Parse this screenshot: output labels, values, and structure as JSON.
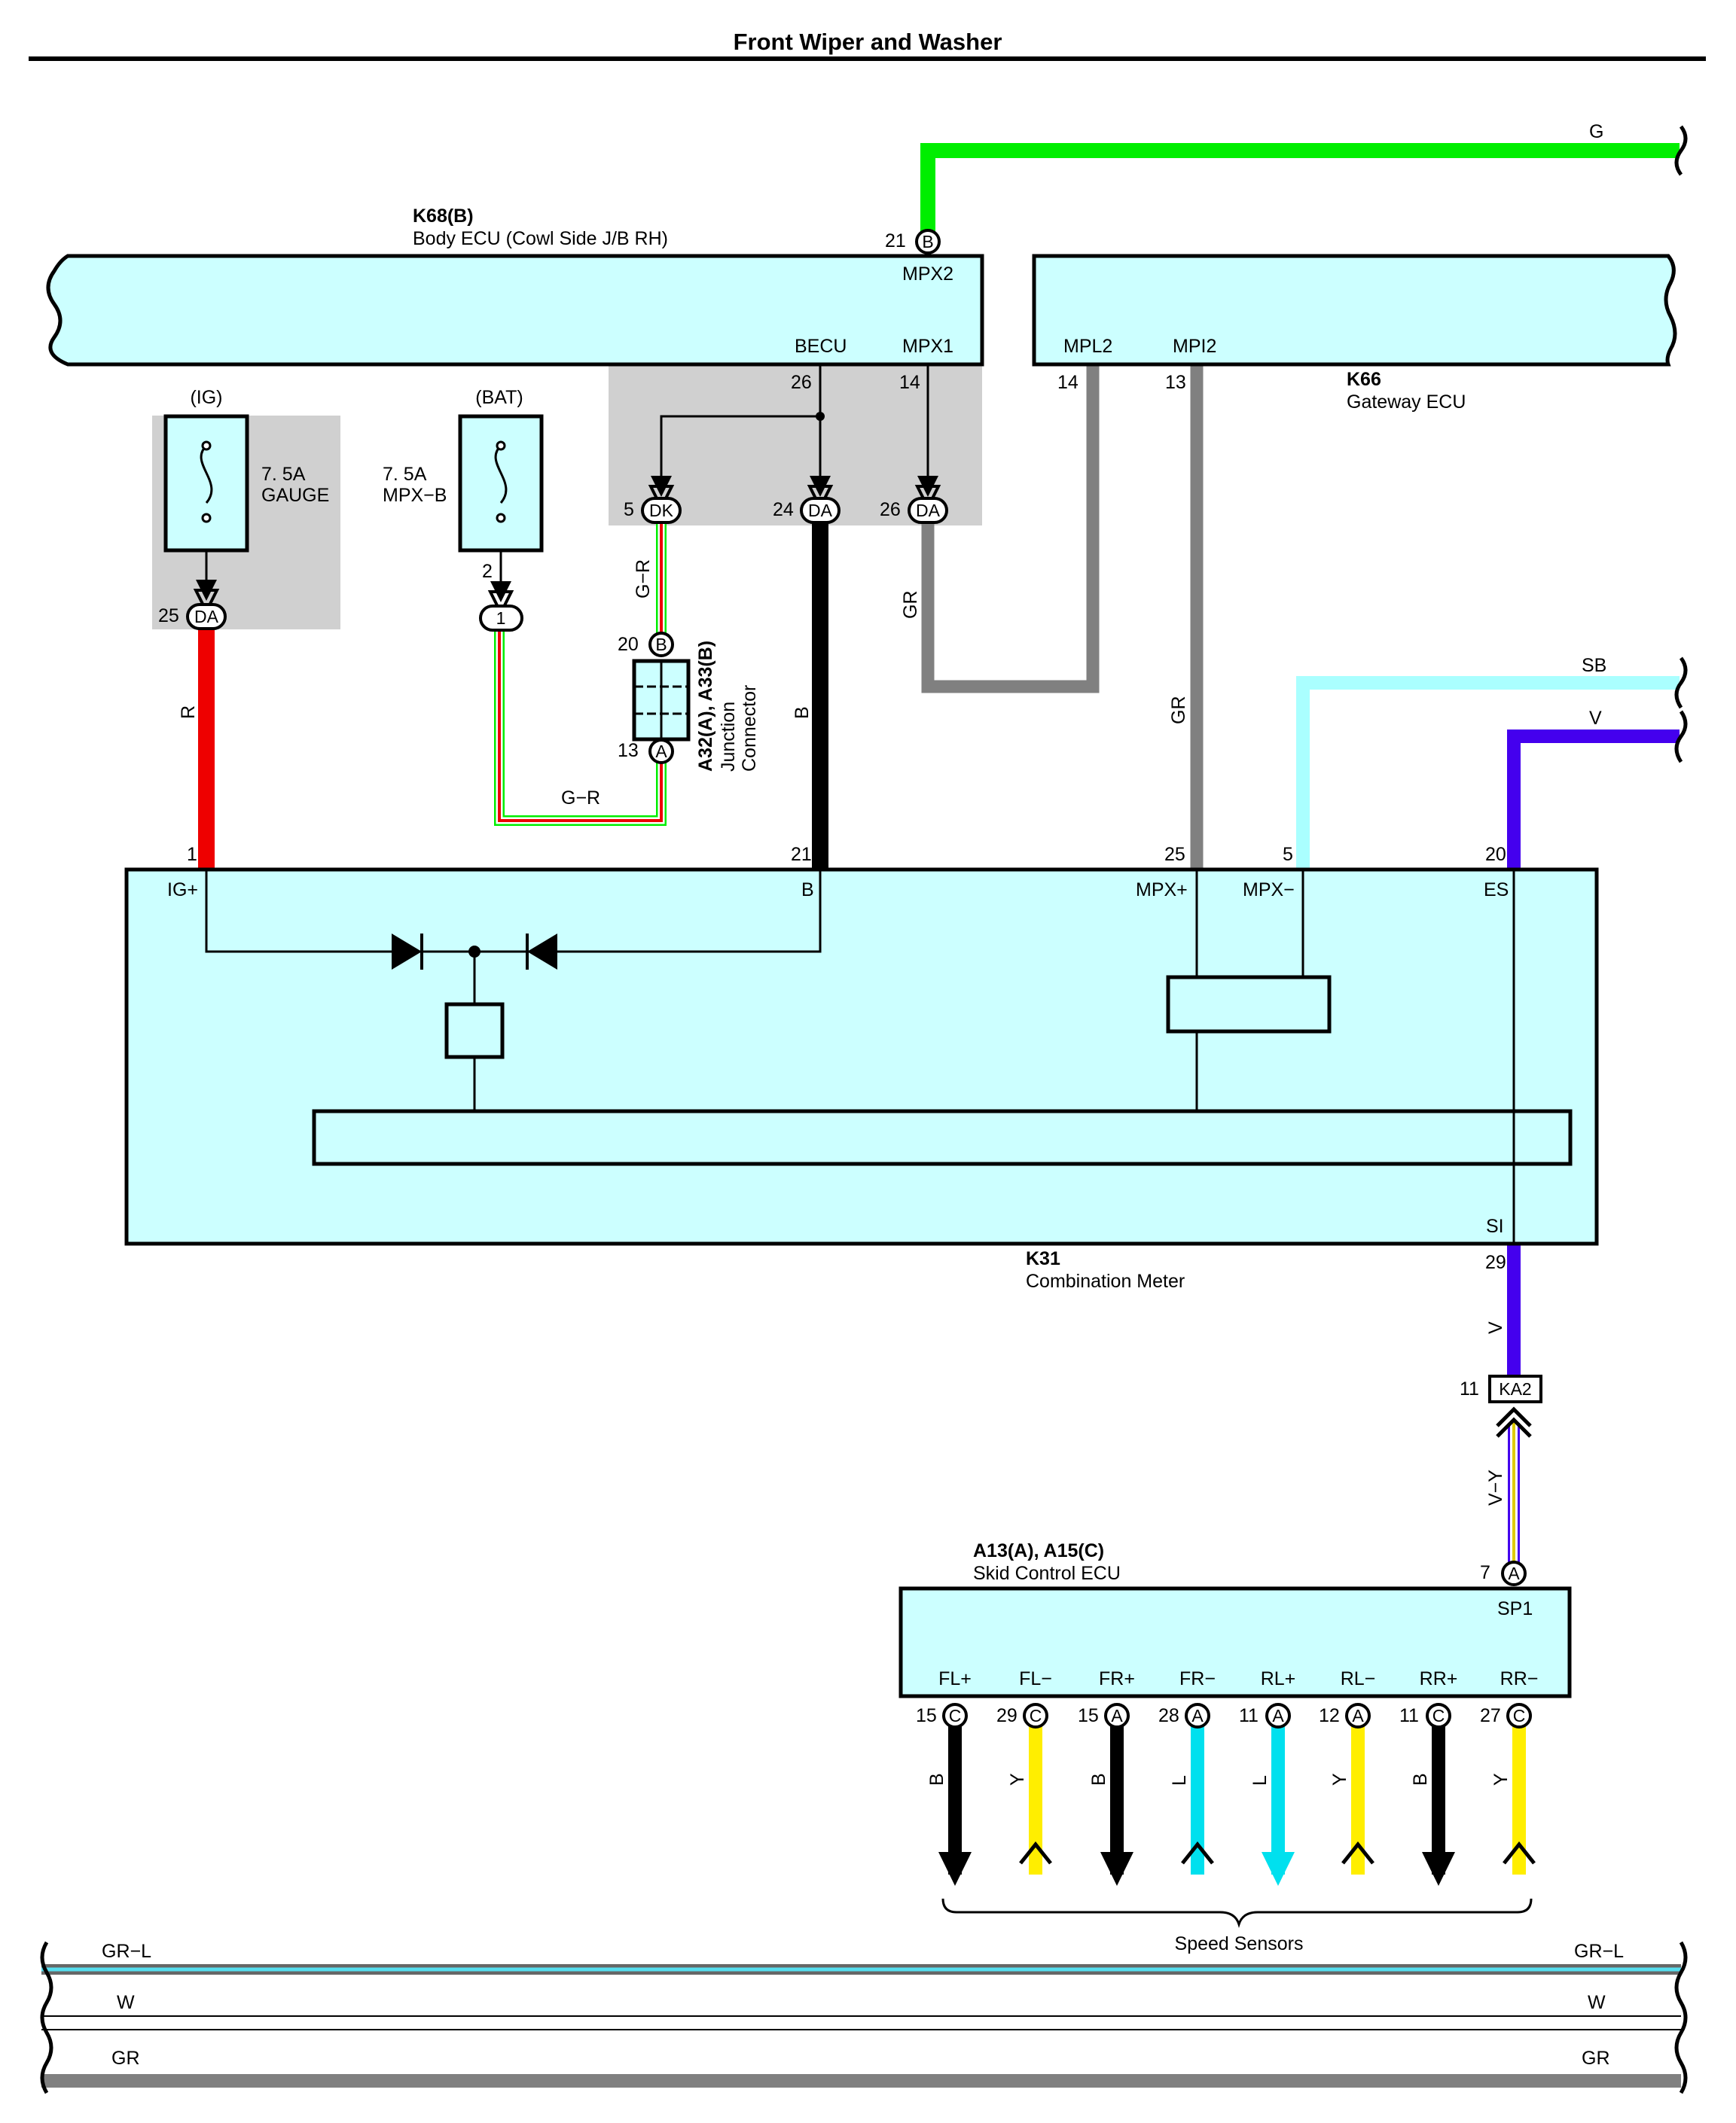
{
  "title": "Front Wiper and Washer",
  "colors": {
    "ecu_fill": "#ccffff",
    "shade": "#d0d0d0",
    "G": "#00ee00",
    "R": "#ee0000",
    "B": "#000000",
    "GR": "#808080",
    "SB": "#aaffff",
    "V": "#4400ee",
    "Y": "#ffee00",
    "L": "#00e0ee"
  },
  "components": {
    "body_ecu": {
      "code": "K68(B)",
      "name": "Body ECU (Cowl Side J/B RH)",
      "terminals": {
        "mpx2": "MPX2",
        "becu": "BECU",
        "mpx1": "MPX1"
      }
    },
    "gateway_ecu": {
      "code": "K66",
      "name": "Gateway ECU",
      "terminals": {
        "mpl2": "MPL2",
        "mpi2": "MPI2"
      }
    },
    "combination_meter": {
      "code": "K31",
      "name": "Combination Meter",
      "terminals": {
        "ig": "IG+",
        "b": "B",
        "mpx_plus": "MPX+",
        "mpx_minus": "MPX−",
        "es": "ES",
        "si": "SI"
      }
    },
    "junction_connector": {
      "code": "A32(A), A33(B)",
      "name_line1": "Junction",
      "name_line2": "Connector"
    },
    "skid_control_ecu": {
      "code": "A13(A), A15(C)",
      "name": "Skid Control ECU",
      "sp1": "SP1",
      "terminals": [
        "FL+",
        "FL−",
        "FR+",
        "FR−",
        "RL+",
        "RL−",
        "RR+",
        "RR−"
      ]
    },
    "fuse_gauge": {
      "source": "(IG)",
      "rating": "7. 5A",
      "name": "GAUGE"
    },
    "fuse_mpxb": {
      "source": "(BAT)",
      "rating": "7. 5A",
      "name": "MPX−B"
    }
  },
  "connectors": {
    "mpx2": {
      "pin": "21",
      "letter": "B"
    },
    "becu_pin": "26",
    "mpx1_pin": "14",
    "mpl2_pin": "14",
    "mpi2_pin": "13",
    "dk": {
      "pin": "5",
      "label": "DK"
    },
    "da24": {
      "pin": "24",
      "label": "DA"
    },
    "da26": {
      "pin": "26",
      "label": "DA"
    },
    "da25": {
      "pin": "25",
      "label": "DA"
    },
    "conn1": {
      "pin": "2",
      "label": "1"
    },
    "jc_b": {
      "pin": "20",
      "label": "B"
    },
    "jc_a": {
      "pin": "13",
      "label": "A"
    },
    "meter_pins": {
      "ig": "1",
      "b": "21",
      "mpx_plus": "25",
      "mpx_minus": "5",
      "es": "20",
      "si": "29"
    },
    "ka2": {
      "pin": "11",
      "label": "KA2"
    },
    "sp1": {
      "pin": "7",
      "letter": "A"
    },
    "speed_pins": [
      {
        "pin": "15",
        "letter": "C"
      },
      {
        "pin": "29",
        "letter": "C"
      },
      {
        "pin": "15",
        "letter": "A"
      },
      {
        "pin": "28",
        "letter": "A"
      },
      {
        "pin": "11",
        "letter": "A"
      },
      {
        "pin": "12",
        "letter": "A"
      },
      {
        "pin": "11",
        "letter": "C"
      },
      {
        "pin": "27",
        "letter": "C"
      }
    ]
  },
  "wires": {
    "g": "G",
    "r": "R",
    "gr1": "G−R",
    "gr2": "G−R",
    "b": "B",
    "gr_left": "GR",
    "gr_mid": "GR",
    "sb": "SB",
    "v_top": "V",
    "v_si": "V",
    "vy": "V−Y",
    "speed": [
      "B",
      "Y",
      "B",
      "L",
      "L",
      "Y",
      "B",
      "Y"
    ]
  },
  "speed_sensors_label": "Speed Sensors",
  "bus": [
    {
      "left": "GR−L",
      "right": "GR−L"
    },
    {
      "left": "W",
      "right": "W"
    },
    {
      "left": "GR",
      "right": "GR"
    }
  ]
}
